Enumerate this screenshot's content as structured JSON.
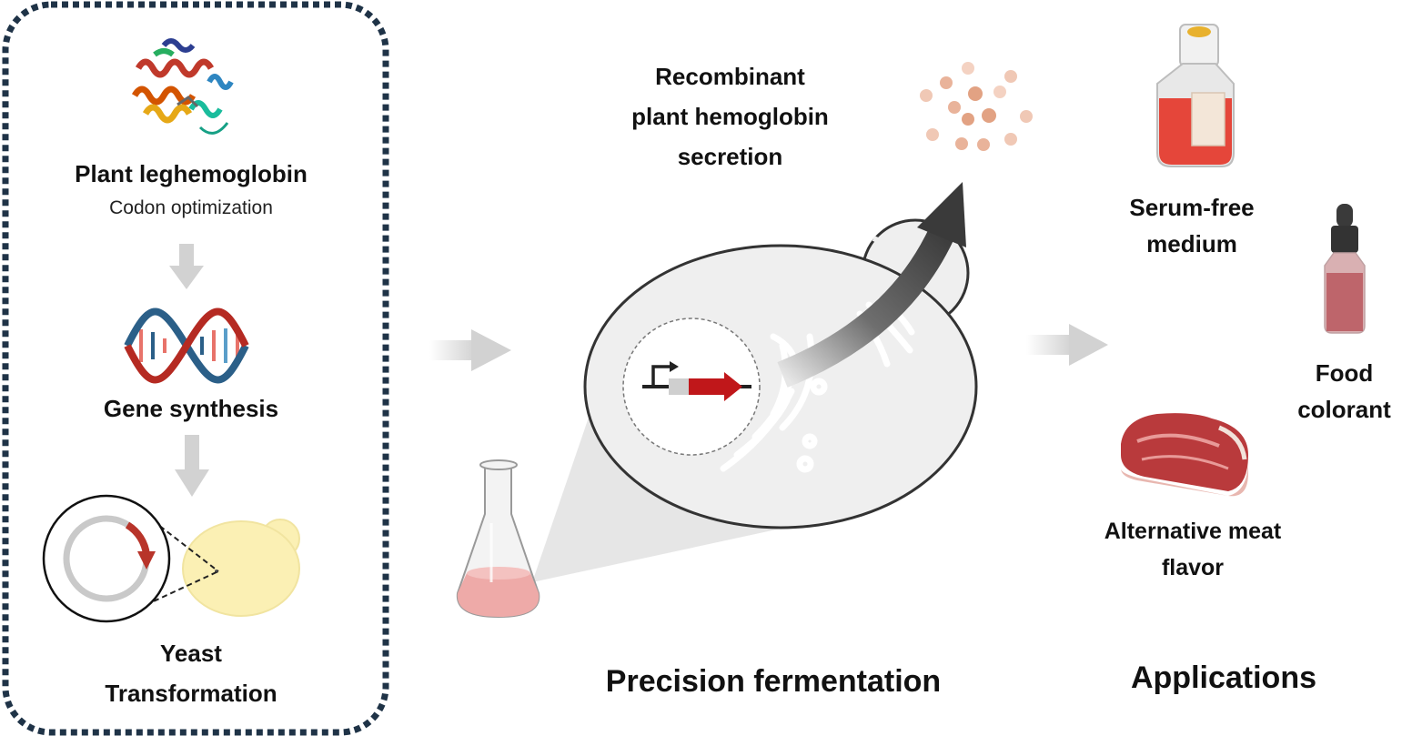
{
  "left_panel": {
    "protein": {
      "title": "Plant leghemoglobin",
      "subtitle": "Codon optimization"
    },
    "gene": {
      "title": "Gene synthesis"
    },
    "yeast": {
      "title_line1": "Yeast",
      "title_line2": "Transformation"
    }
  },
  "middle_panel": {
    "secretion_label": [
      "Recombinant",
      "plant hemoglobin",
      "secretion"
    ],
    "section_title": "Precision fermentation"
  },
  "right_panel": {
    "serum": [
      "Serum-free",
      "medium"
    ],
    "colorant": [
      "Food",
      "colorant"
    ],
    "meat": [
      "Alternative meat",
      "flavor"
    ],
    "section_title": "Applications"
  },
  "colors": {
    "dash_border": "#1f3347",
    "arrow_gray": "#d2d2d2",
    "dna_red": "#b52a22",
    "dna_blue": "#2b5f88",
    "cell_fill": "#efefef",
    "yeast_yellow": "#fbf0b4",
    "flask_liquid": "#eeaaa8",
    "particle": "#e9b39a"
  },
  "icons": [
    "protein-structure-icon",
    "dna-helix-icon",
    "plasmid-icon",
    "yeast-cell-icon",
    "flask-icon",
    "promoter-gene-icon",
    "golgi-icon",
    "culture-flask-icon",
    "dropper-bottle-icon",
    "steak-icon"
  ]
}
